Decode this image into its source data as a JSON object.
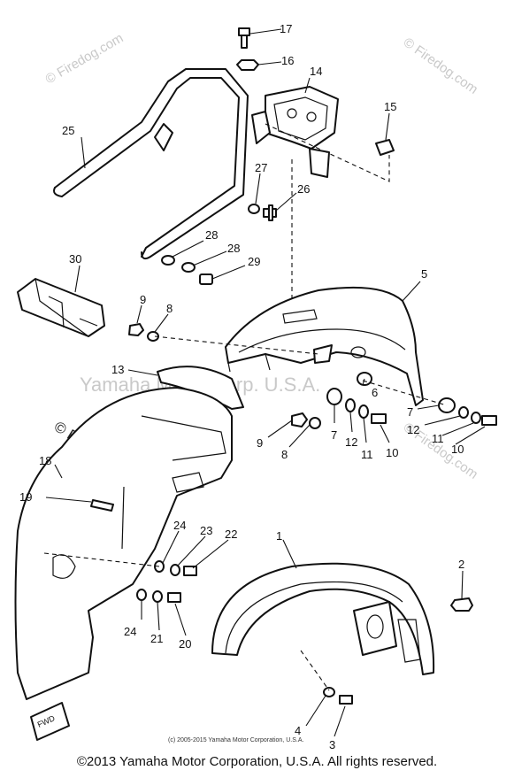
{
  "watermarks": {
    "top_left": "© Firedog.com",
    "top_right": "© Firedog.com",
    "center_left": "© Firedog.com",
    "center": "Yamaha Motor Corp. U.S.A.",
    "right_mid": "© Firedog.com"
  },
  "fwd_label": "FWD",
  "small_copyright": "(c) 2005-2015 Yamaha Motor Corporation, U.S.A.",
  "copyright": "©2013 Yamaha Motor Corporation, U.S.A. All rights reserved.",
  "callouts": {
    "c1": "1",
    "c2": "2",
    "c3": "3",
    "c4": "4",
    "c5": "5",
    "c6": "6",
    "c7a": "7",
    "c7b": "7",
    "c8a": "8",
    "c8b": "8",
    "c9a": "9",
    "c9b": "9",
    "c10a": "10",
    "c10b": "10",
    "c11a": "11",
    "c11b": "11",
    "c12a": "12",
    "c12b": "12",
    "c13": "13",
    "c14": "14",
    "c15": "15",
    "c16": "16",
    "c17": "17",
    "c18": "18",
    "c19": "19",
    "c20": "20",
    "c21": "21",
    "c22": "22",
    "c23": "23",
    "c24a": "24",
    "c24b": "24",
    "c25": "25",
    "c26": "26",
    "c27": "27",
    "c28a": "28",
    "c28b": "28",
    "c29": "29",
    "c30": "30"
  }
}
